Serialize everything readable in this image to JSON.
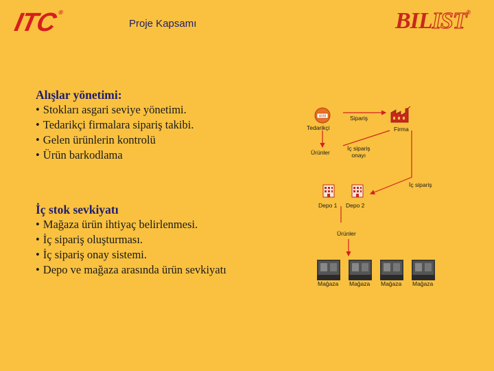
{
  "header": {
    "left_logo_text": "ITC",
    "title": "Proje Kapsamı",
    "right_logo_text": "BILIST"
  },
  "sections": [
    {
      "heading": "Alışlar yönetimi:",
      "items": [
        "Stokları asgari seviye yönetimi.",
        "Tedarikçi firmalara sipariş takibi.",
        "Gelen ürünlerin kontrolü",
        "Ürün barkodlama"
      ]
    },
    {
      "heading": "İç stok sevkiyatı",
      "items": [
        "Mağaza ürün ihtiyaç belirlenmesi.",
        "İç sipariş oluşturması.",
        "İç sipariş onay sistemi.",
        "Depo ve mağaza arasında ürün sevkiyatı"
      ]
    }
  ],
  "bullet": "•",
  "diagram": {
    "supplier_label": "Tedarikçi",
    "supplier_badge": "AVM",
    "firm_label": "Firma",
    "order_label": "Sipariş",
    "products_label_top": "Ürünler",
    "approval_label_line1": "İç sipariş",
    "approval_label_line2": "onayı",
    "internal_order_label": "İç sipariş",
    "depots": [
      "Depo 1",
      "Depo 2"
    ],
    "products_label_mid": "Ürünler",
    "stores": [
      "Mağaza",
      "Mağaza",
      "Mağaza",
      "Mağaza"
    ]
  },
  "colors": {
    "background": "#F9C13F",
    "title": "#1E1E6E",
    "brand_red": "#D61E1E",
    "arrow": "#D42020"
  }
}
